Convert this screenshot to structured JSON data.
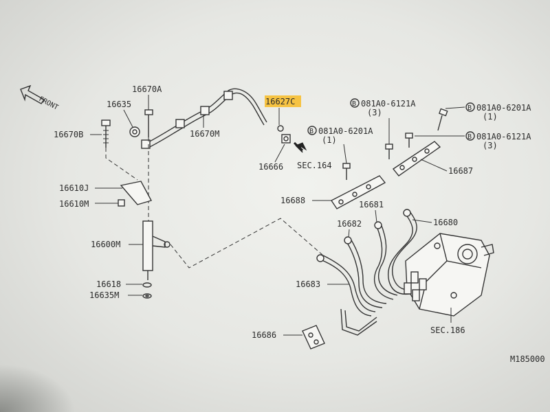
{
  "front_label": "FRONT",
  "sheet_code": "M185000",
  "highlight_color": "#f6c343",
  "labels": {
    "p16670A": "16670A",
    "p16635": "16635",
    "p16670B": "16670B",
    "p16670M": "16670M",
    "p16627C": "16627C",
    "p16666": "16666",
    "sec164": "SEC.164",
    "p16610J": "16610J",
    "p16610M": "16610M",
    "p16600M": "16600M",
    "p16618": "16618",
    "p16635M": "16635M",
    "bolt1_code": "081A0-6121A",
    "bolt1_qty": "(3)",
    "bolt2_code": "081A0-6201A",
    "bolt2_qty": "(1)",
    "bolt3_code": "081A0-6201A",
    "bolt3_qty": "(1)",
    "bolt4_code": "081A0-6121A",
    "bolt4_qty": "(3)",
    "bolt_prefix": "B",
    "p16687": "16687",
    "p16688": "16688",
    "p16681": "16681",
    "p16682": "16682",
    "p16680": "16680",
    "p16683": "16683",
    "p16686": "16686",
    "sec186": "SEC.186"
  }
}
